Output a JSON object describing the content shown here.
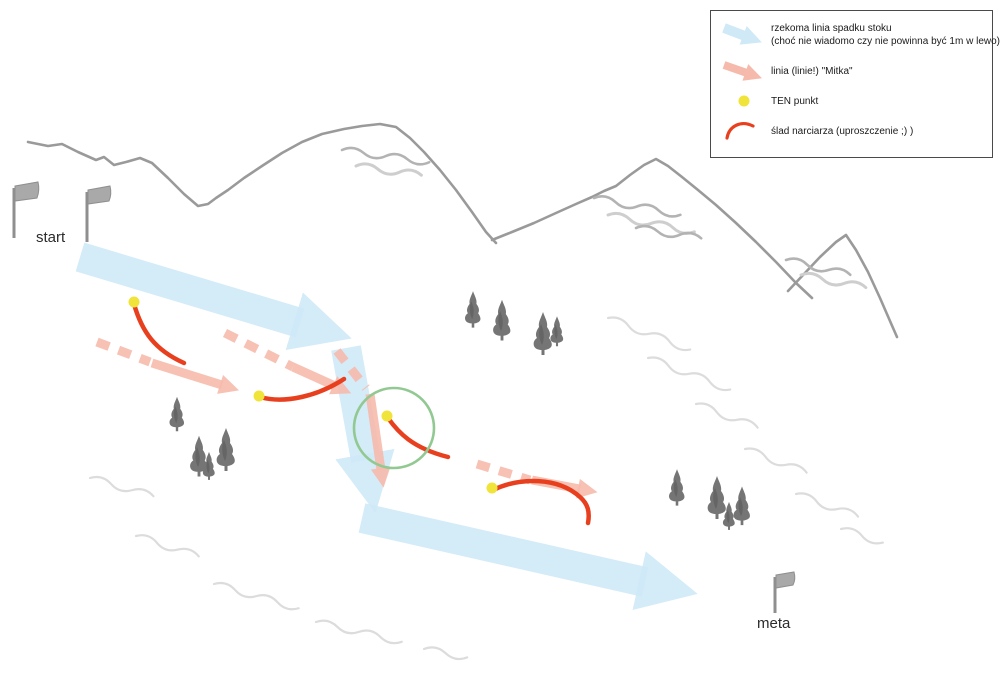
{
  "labels": {
    "start": "start",
    "meta": "meta"
  },
  "legend": {
    "items": [
      {
        "label": "rzekoma linia spadku stoku",
        "label2": "(choć nie wiadomo czy nie powinna być 1m w lewo)",
        "icon": "fall-line-arrow-icon"
      },
      {
        "label": "linia (linie!) \"Mitka\"",
        "icon": "mitka-line-icon"
      },
      {
        "label": "TEN punkt",
        "icon": "ten-point-icon"
      },
      {
        "label": "ślad narciarza (uproszczenie ;) )",
        "icon": "ski-track-icon"
      }
    ]
  },
  "colors": {
    "fall_line_blue": "#cfe9f7",
    "mitka_pink": "#f6baac",
    "point_yellow": "#f0e43a",
    "track_red": "#e8401f",
    "circle_green": "#92c992",
    "mountain_gray": "#9a9a9a",
    "tree_gray": "#757575",
    "texture_gray": "#dcdcdc"
  }
}
